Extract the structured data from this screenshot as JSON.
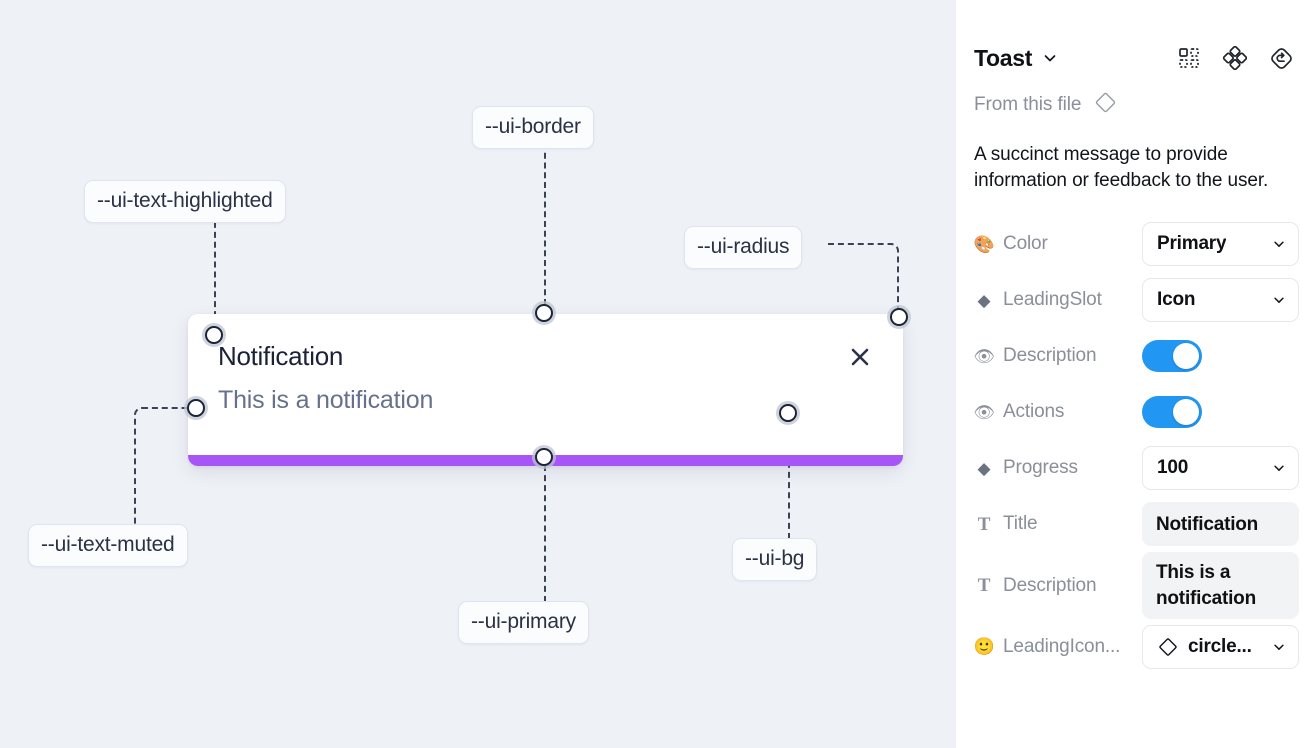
{
  "canvas": {
    "background_color": "#eef1f6",
    "tokens": [
      {
        "name": "ui-border",
        "label": "--ui-border"
      },
      {
        "name": "ui-text-highlighted",
        "label": "--ui-text-highlighted"
      },
      {
        "name": "ui-radius",
        "label": "--ui-radius"
      },
      {
        "name": "ui-text-muted",
        "label": "--ui-text-muted"
      },
      {
        "name": "ui-primary",
        "label": "--ui-primary"
      },
      {
        "name": "ui-bg",
        "label": "--ui-bg"
      }
    ],
    "toast": {
      "title": "Notification",
      "description": "This is a notification",
      "close_icon": "close-icon",
      "progress_color": "#a855f7",
      "background_color": "#ffffff"
    }
  },
  "panel": {
    "title": "Toast",
    "title_caret_icon": "chevron-down-icon",
    "actions": [
      {
        "name": "component-set-icon",
        "label": "component-set-icon"
      },
      {
        "name": "variants-icon",
        "label": "variants-icon"
      },
      {
        "name": "reset-icon",
        "label": "reset-icon"
      }
    ],
    "from_file": {
      "label": "From this file",
      "icon": "diamond-icon"
    },
    "description": "A succinct message to provide information or feedback to the user.",
    "properties": [
      {
        "name": "color",
        "icon": "palette-emoji",
        "icon_glyph": "🎨",
        "label": "Color",
        "control": "select",
        "value": "Primary"
      },
      {
        "name": "leading-slot",
        "icon": "diamond-filled",
        "icon_glyph": "◆",
        "label": "LeadingSlot",
        "control": "select",
        "value": "Icon"
      },
      {
        "name": "description",
        "icon": "eye-emoji",
        "icon_glyph": "👁",
        "label": "Description",
        "control": "toggle",
        "value": "on"
      },
      {
        "name": "actions",
        "icon": "eye-emoji",
        "icon_glyph": "👁",
        "label": "Actions",
        "control": "toggle",
        "value": "on"
      },
      {
        "name": "progress",
        "icon": "diamond-filled",
        "icon_glyph": "◆",
        "label": "Progress",
        "control": "select",
        "value": "100"
      },
      {
        "name": "title",
        "icon": "text-type-icon",
        "icon_glyph": "T",
        "label": "Title",
        "control": "field",
        "value": "Notification"
      },
      {
        "name": "description-text",
        "icon": "text-type-icon",
        "icon_glyph": "T",
        "label": "Description",
        "control": "field",
        "value": "This is a notification"
      },
      {
        "name": "leading-icon",
        "icon": "smiley-emoji",
        "icon_glyph": "🙂",
        "label": "LeadingIcon...",
        "control": "select-icon",
        "value": "circle..."
      }
    ],
    "colors": {
      "toggle_on": "#2196f3",
      "field_bg": "#f2f3f5",
      "muted_text": "#8a8f99"
    }
  }
}
